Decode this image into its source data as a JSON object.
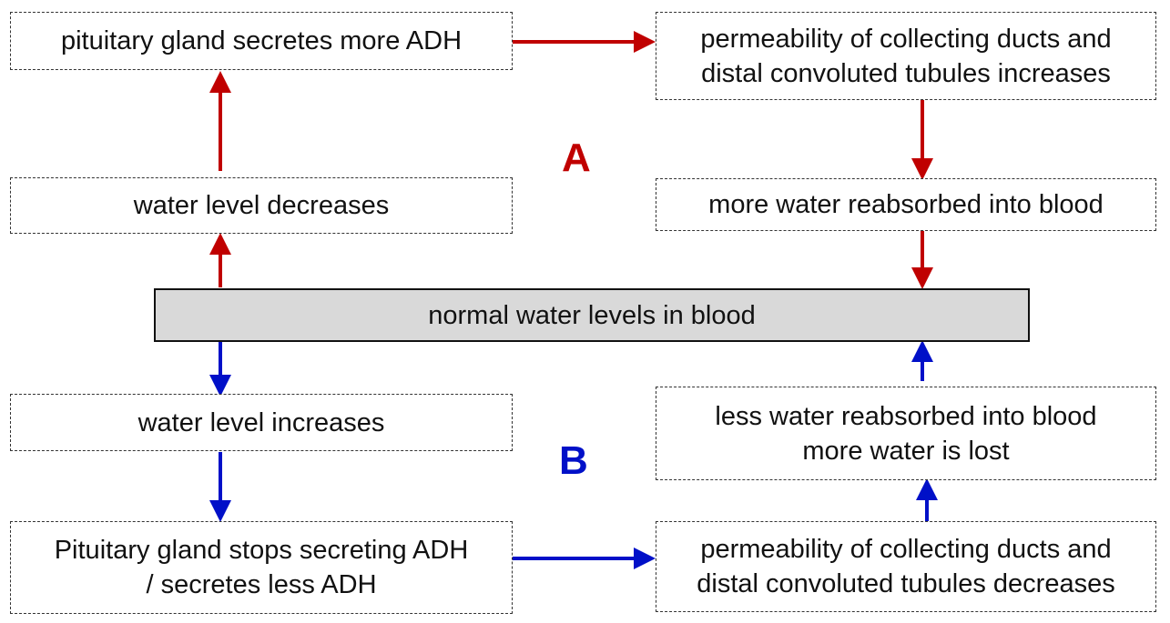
{
  "colors": {
    "cycle_a": "#c00000",
    "cycle_b": "#0010c8",
    "center_fill": "#d9d9d9"
  },
  "center": {
    "text": "normal water levels in blood"
  },
  "cycle_a": {
    "label": "A",
    "pituitary": "pituitary gland secretes more ADH",
    "permeability_line1": "permeability of collecting ducts and",
    "permeability_line2": "distal convoluted tubules increases",
    "water_level": "water level decreases",
    "reabsorbed": "more water reabsorbed into blood"
  },
  "cycle_b": {
    "label": "B",
    "water_level": "water level increases",
    "pituitary_line1": "Pituitary gland stops secreting ADH",
    "pituitary_line2": "/ secretes less ADH",
    "reabsorbed_line1": "less water reabsorbed into blood",
    "reabsorbed_line2": "more water is lost",
    "permeability_line1": "permeability of collecting ducts and",
    "permeability_line2": "distal convoluted tubules decreases"
  }
}
